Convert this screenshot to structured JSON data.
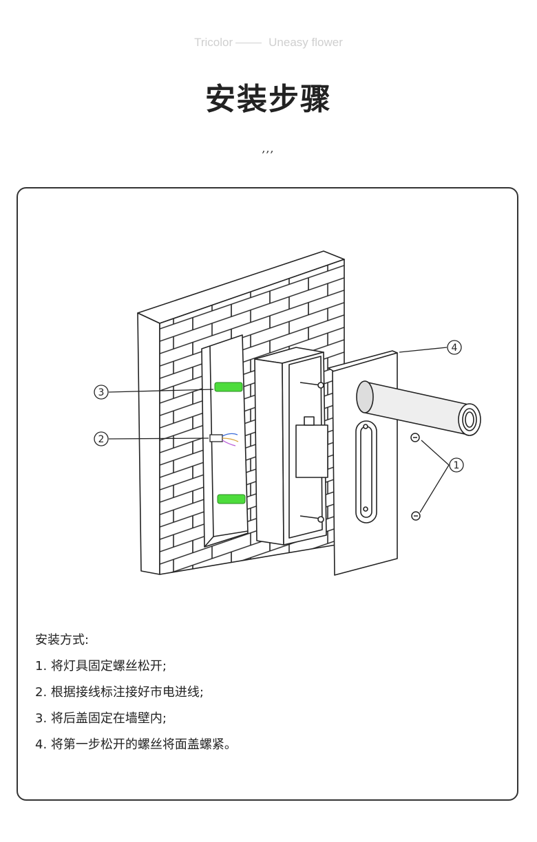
{
  "header": {
    "brand_left": "Tricolor",
    "brand_right": "Uneasy flower",
    "title": "安装步骤",
    "decoration": "‚‚‚"
  },
  "diagram": {
    "callouts": [
      "1",
      "2",
      "3",
      "4"
    ],
    "anchor_color": "#4ddc3c"
  },
  "instructions": {
    "heading": "安装方式:",
    "steps": [
      "1. 将灯具固定螺丝松开;",
      "2. 根据接线标注接好市电进线;",
      "3. 将后盖固定在墙壁内;",
      "4. 将第一步松开的螺丝将面盖螺紧。"
    ]
  }
}
